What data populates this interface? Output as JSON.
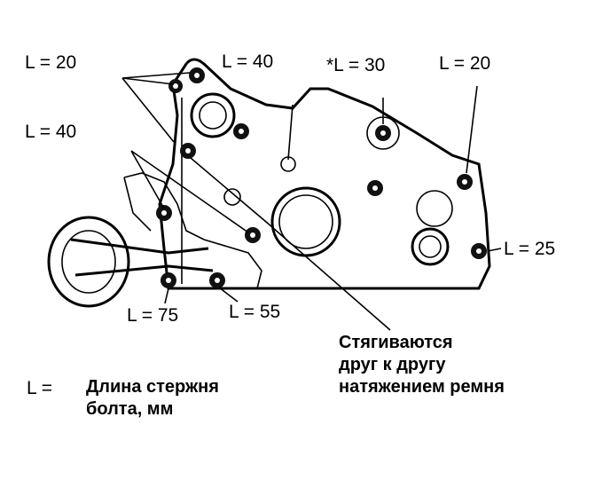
{
  "labels": {
    "top_left": "L = 20",
    "left_mid": "L = 40",
    "top_mid": "L = 40",
    "top_star": "*L = 30",
    "top_right": "L = 20",
    "right": "L = 25",
    "bottom_left": "L = 75",
    "bottom_mid": "L = 55"
  },
  "note": {
    "line1": "Стягиваются",
    "line2": "друг к другу",
    "line3": "натяжением ремня"
  },
  "legend": {
    "symbol": "L =",
    "line1": "Длина стержня",
    "line2": "болта, мм"
  }
}
